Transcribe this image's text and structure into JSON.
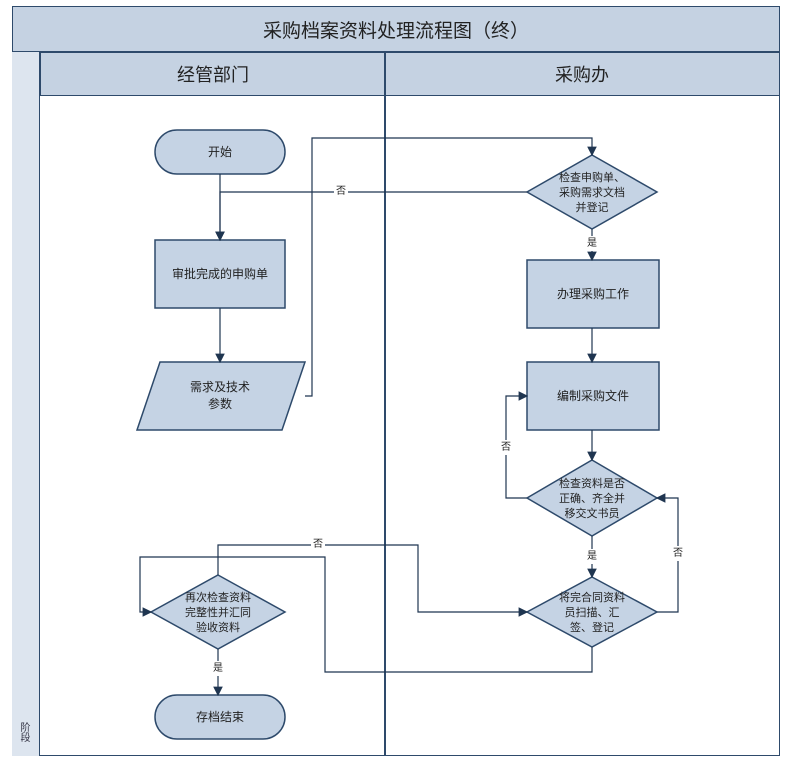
{
  "title": "采购档案资料处理流程图（终）",
  "side_label": "阶段",
  "lanes": {
    "left": "经管部门",
    "right": "采购办"
  },
  "nodes": {
    "start": "开始",
    "approved_po": "审批完成的申购单",
    "requirements": "需求及技术\n参数",
    "check_po": "检查申购单、\n采购需求文档\n并登记",
    "handle_purchase": "办理采购工作",
    "compile_docs": "编制采购文件",
    "check_complete": "检查资料是否\n正确、齐全并\n移交文书员",
    "contract_scan": "将完合同资料\n员扫描、汇\n签、登记",
    "check_archive": "再次检查资料\n完整性并汇同\n验收资料",
    "archive_end": "存档结束"
  },
  "edge_labels": {
    "no1": "否",
    "yes1": "是",
    "no2": "否",
    "yes2": "是",
    "no3": "否",
    "no4": "否",
    "yes3": "是"
  },
  "colors": {
    "node_fill": "#c5d3e4",
    "node_stroke": "#2e4a6b",
    "header_fill": "#c5d2e2"
  }
}
